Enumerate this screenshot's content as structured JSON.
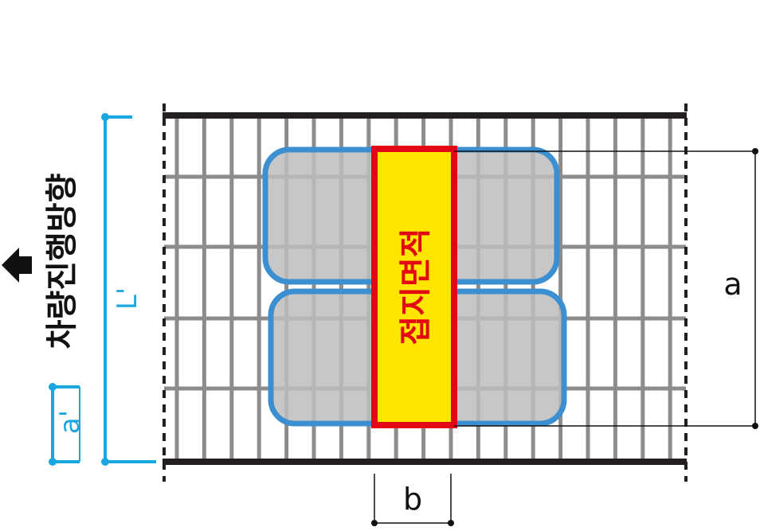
{
  "labels": {
    "direction": "차량진행방향",
    "contact_area": "접지면적",
    "dim_a": "a",
    "dim_b": "b",
    "dim_L_prime": "L'",
    "dim_a_prime": "a'"
  },
  "colors": {
    "rail_black": "#231f20",
    "grating_gray": "#8c8c8c",
    "tire_outline": "#3c8fd1",
    "tire_fill": "#bdbdbd",
    "contact_fill": "#ffe500",
    "contact_outline": "#e30613",
    "dimension_blue": "#1aa7e0",
    "dimension_black": "#111111"
  },
  "icons": {
    "direction_arrow": "arrow-left-icon"
  }
}
